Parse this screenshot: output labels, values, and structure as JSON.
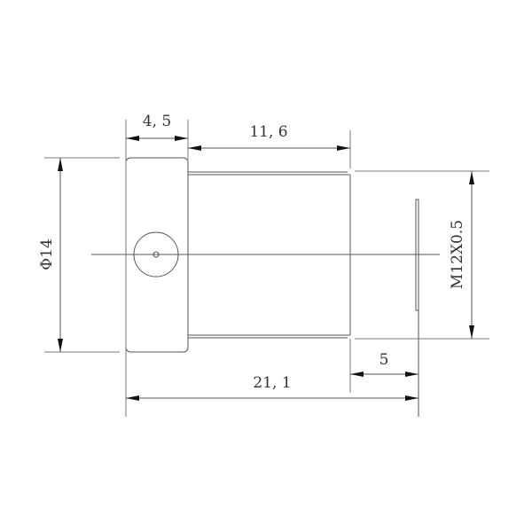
{
  "drawing": {
    "type": "technical-drawing",
    "subject": "M12 lens mount / lens barrel side view",
    "dimensions": {
      "head_length": "4, 5",
      "barrel_length": "11, 6",
      "diameter": "Φ14",
      "thread": "M12X0.5",
      "thread_to_plane": "5",
      "total_length": "21, 1"
    },
    "colors": {
      "line": "#555555",
      "text": "#333333",
      "arrow": "#111111",
      "background": "#ffffff"
    }
  }
}
